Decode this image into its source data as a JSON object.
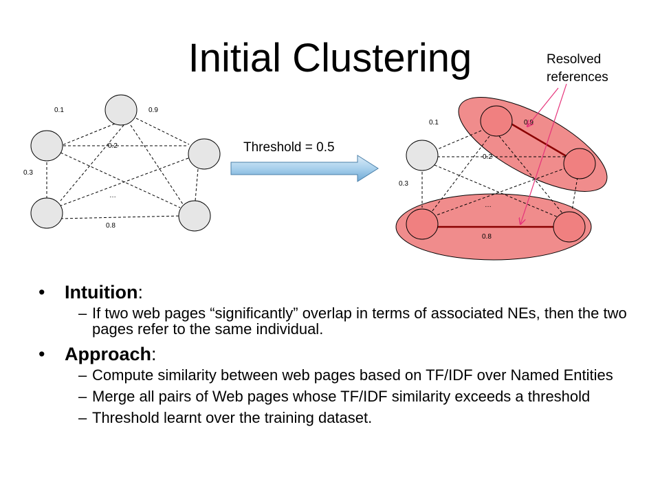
{
  "title": "Initial Clustering",
  "callout": {
    "line1": "Resolved",
    "line2": "references"
  },
  "arrow_label": "Threshold = 0.5",
  "graph_left": {
    "labels": {
      "w01": "0.1",
      "w09": "0.9",
      "w02": "0.2",
      "w03": "0.3",
      "dots": "…",
      "w08": "0.8"
    }
  },
  "graph_right": {
    "labels": {
      "w01": "0.1",
      "w09": "0.9",
      "w02": "0.2",
      "w03": "0.3",
      "dots": "…",
      "w08": "0.8"
    }
  },
  "colors": {
    "node_fill": "#e6e6e6",
    "cluster_fill": "#f08c8c",
    "callout_arrow": "#e6337a",
    "big_arrow": "#a8d0ec"
  },
  "bullets": [
    {
      "keyword": "Intuition",
      "suffix": ":",
      "subitems": [
        "If two web pages “significantly” overlap in terms of associated NEs, then the two pages refer to the same individual."
      ]
    },
    {
      "keyword": "Approach",
      "suffix": ":",
      "subitems": [
        "Compute similarity between web pages based on TF/IDF over Named Entities",
        "Merge all pairs of Web pages whose TF/IDF similarity exceeds a threshold",
        "Threshold learnt over the training dataset."
      ]
    }
  ]
}
